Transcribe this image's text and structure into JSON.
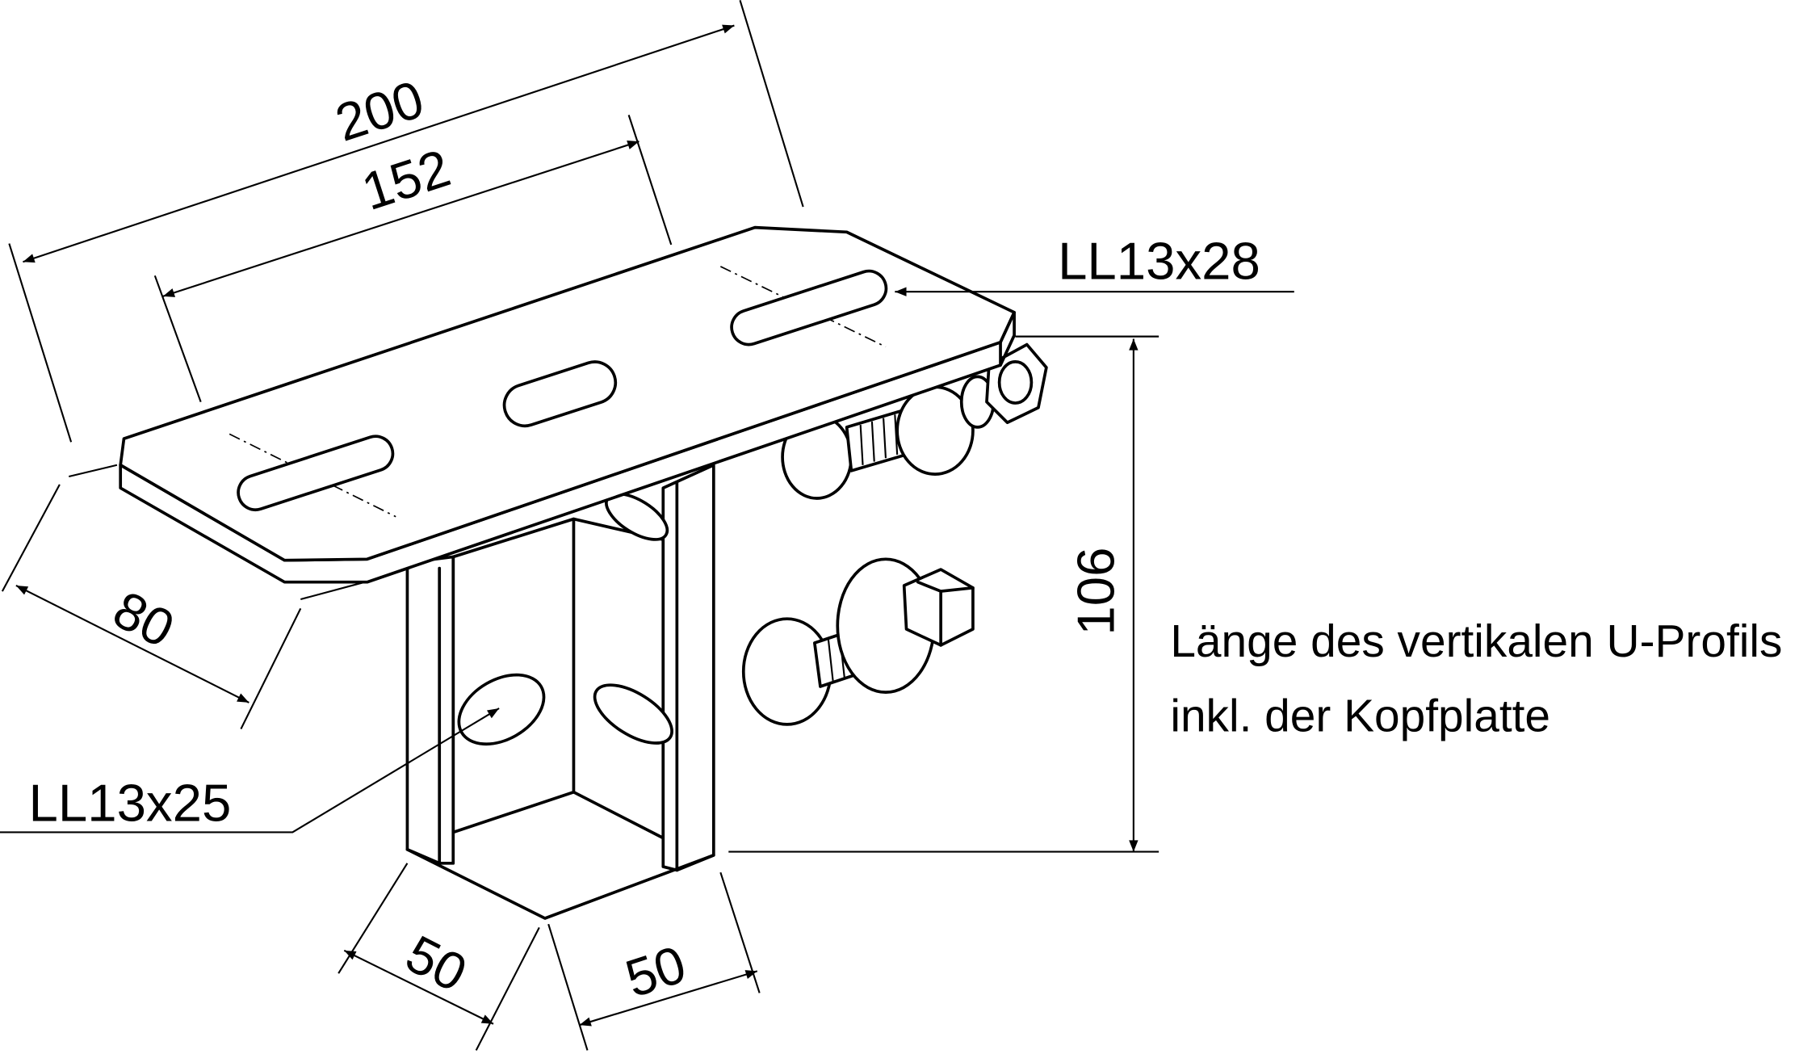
{
  "dimensions": {
    "overall_length": "200",
    "slot_spacing": "152",
    "plate_width": "80",
    "height": "106",
    "profile_width_left": "50",
    "profile_width_right": "50"
  },
  "callouts": {
    "top_slot": "LL13x28",
    "side_slot": "LL13x25"
  },
  "note": {
    "line1": "Länge des vertikalen U-Profils",
    "line2": "inkl. der Kopfplatte"
  }
}
